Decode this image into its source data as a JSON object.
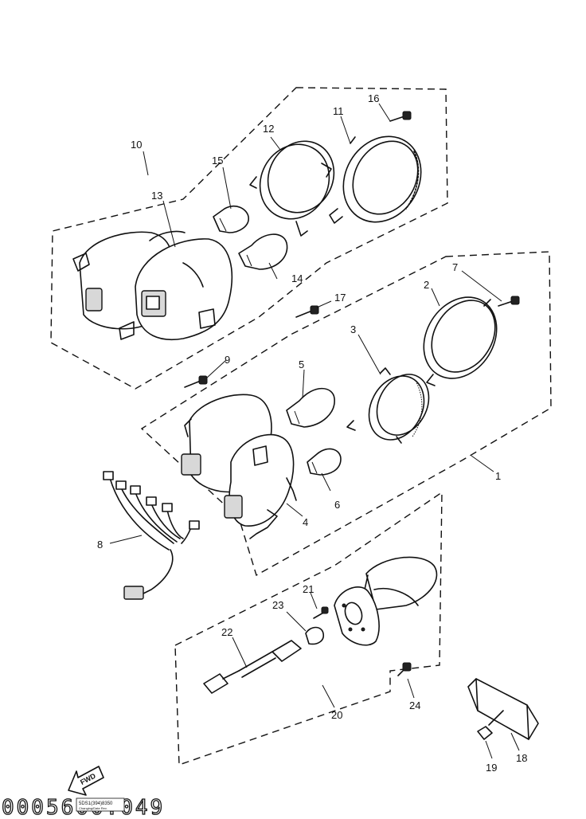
{
  "callouts": {
    "c1": "1",
    "c2": "2",
    "c3": "3",
    "c4": "4",
    "c5": "5",
    "c6": "6",
    "c7": "7",
    "c8": "8",
    "c9": "9",
    "c10": "10",
    "c11": "11",
    "c12": "12",
    "c13": "13",
    "c14": "14",
    "c15": "15",
    "c16": "16",
    "c17": "17",
    "c18": "18",
    "c19": "19",
    "c20": "20",
    "c21": "21",
    "c22": "22",
    "c23": "23",
    "c24": "24"
  },
  "direction_label": "FWD",
  "footer_code": "0005600.049",
  "stamp_text": "5DS1(394)8350",
  "stamp_subtext": "Changing/Date    Rev.",
  "icons": {
    "direction_arrow": "fwd-arrow-icon"
  }
}
